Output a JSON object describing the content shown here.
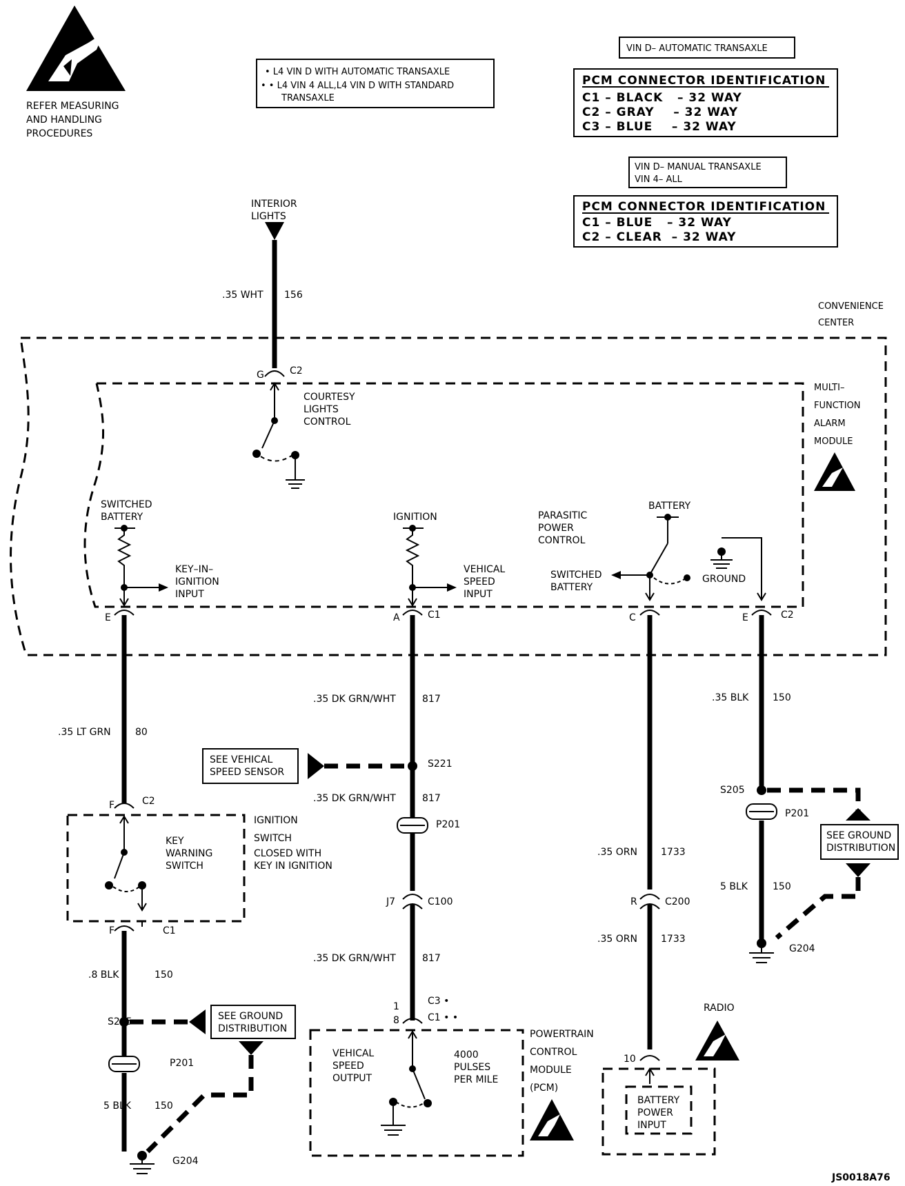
{
  "esd_note": {
    "line1": "REFER MEASURING",
    "line2": "AND HANDLING",
    "line3": "PROCEDURES"
  },
  "legend": {
    "line1": "• L4 VIN D WITH AUTOMATIC TRANSAXLE",
    "line2": "• • L4 VIN 4 ALL,L4 VIN D WITH STANDARD",
    "line3": "TRANSAXLE"
  },
  "pcm_auto": {
    "header": "VIN D– AUTOMATIC TRANSAXLE",
    "title": "PCM CONNECTOR IDENTIFICATION",
    "rows": [
      "C1 – BLACK   – 32 WAY",
      "C2 – GRAY    – 32 WAY",
      "C3 – BLUE    – 32 WAY"
    ]
  },
  "pcm_manual": {
    "header1": "VIN D– MANUAL TRANSAXLE",
    "header2": "VIN 4– ALL",
    "title": "PCM CONNECTOR IDENTIFICATION",
    "rows": [
      "C1 – BLUE   – 32 WAY",
      "C2 – CLEAR  – 32 WAY"
    ]
  },
  "labels": {
    "interior_lights_1": "INTERIOR",
    "interior_lights_2": "LIGHTS",
    "wire_156_gauge": ".35 WHT",
    "wire_156_num": "156",
    "convenience_1": "CONVENIENCE",
    "convenience_2": "CENTER",
    "mfam_1": "MULTI–",
    "mfam_2": "FUNCTION",
    "mfam_3": "ALARM",
    "mfam_4": "MODULE",
    "g_pin": "G",
    "c2": "C2",
    "courtesy_1": "COURTESY",
    "courtesy_2": "LIGHTS",
    "courtesy_3": "CONTROL",
    "switched_battery_1": "SWITCHED",
    "switched_battery_2": "BATTERY",
    "keyin_1": "KEY–IN–",
    "keyin_2": "IGNITION",
    "keyin_3": "INPUT",
    "ignition": "IGNITION",
    "vsi_1": "VEHICAL",
    "vsi_2": "SPEED",
    "vsi_3": "INPUT",
    "ppc_1": "PARASITIC",
    "ppc_2": "POWER",
    "ppc_3": "CONTROL",
    "battery": "BATTERY",
    "sw_batt_1": "SWITCHED",
    "sw_batt_2": "BATTERY",
    "ground": "GROUND",
    "pin_e": "E",
    "pin_a": "A",
    "c1": "C1",
    "pin_c": "C",
    "pin_e2": "E",
    "c2b": "C2",
    "w817a_g": ".35 DK GRN/WHT",
    "w817a_n": "817",
    "w150a_g": ".35 BLK",
    "w150a_n": "150",
    "w80_g": ".35 LT GRN",
    "w80_n": "80",
    "see_vss_1": "SEE VEHICAL",
    "see_vss_2": "SPEED SENSOR",
    "s221": "S221",
    "w817b_g": ".35 DK GRN/WHT",
    "w817b_n": "817",
    "s205_right": "S205",
    "p201_right": "P201",
    "see_gd_r1": "SEE GROUND",
    "see_gd_r2": "DISTRIBUTION",
    "w150b_g": "5 BLK",
    "w150b_n": "150",
    "g204_right": "G204",
    "pin_f": "F",
    "c2c": "C2",
    "ign_sw_1": "IGNITION",
    "ign_sw_2": "SWITCH",
    "ign_sw_3": "CLOSED WITH",
    "ign_sw_4": "KEY IN IGNITION",
    "kws_1": "KEY",
    "kws_2": "WARNING",
    "kws_3": "SWITCH",
    "p201_mid": "P201",
    "w1733a_g": ".35 ORN",
    "w1733a_n": "1733",
    "pin_f2": "F",
    "c1b": "C1",
    "pin_j7": "J7",
    "c100": "C100",
    "pin_r": "R",
    "c200": "C200",
    "w150c_g": ".8 BLK",
    "w150c_n": "150",
    "w817c_g": ".35 DK GRN/WHT",
    "w817c_n": "817",
    "w1733b_g": ".35 ORN",
    "w1733b_n": "1733",
    "s205_left": "S205",
    "see_gd_l1": "SEE GROUND",
    "see_gd_l2": "DISTRIBUTION",
    "pin_1": "1",
    "pin_8": "8",
    "c3_mark": "C3 •",
    "c1_mark": "C1 • •",
    "radio": "RADIO",
    "pcm_1": "POWERTRAIN",
    "pcm_2": "CONTROL",
    "pcm_3": "MODULE",
    "pcm_4": "(PCM)",
    "p201_left": "P201",
    "vso_1": "VEHICAL",
    "vso_2": "SPEED",
    "vso_3": "OUTPUT",
    "pulses_1": "4000",
    "pulses_2": "PULSES",
    "pulses_3": "PER MILE",
    "pin_10": "10",
    "bpi_1": "BATTERY",
    "bpi_2": "POWER",
    "bpi_3": "INPUT",
    "w150d_g": "5 BLK",
    "w150d_n": "150",
    "g204_left": "G204",
    "figure_id": "JS0018A76"
  },
  "icons": [
    "esd-warning-icon"
  ]
}
